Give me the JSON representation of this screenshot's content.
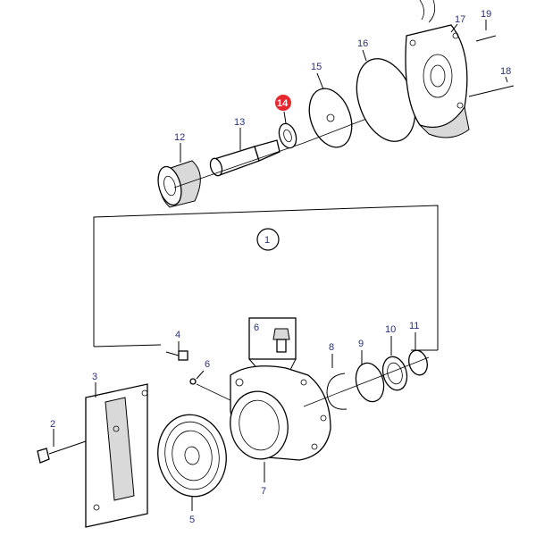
{
  "callouts": {
    "c1": "1",
    "c2": "2",
    "c3": "3",
    "c4": "4",
    "c5": "5",
    "c6a": "6",
    "c6b": "6",
    "c7": "7",
    "c8": "8",
    "c9": "9",
    "c10": "10",
    "c11": "11",
    "c12": "12",
    "c13": "13",
    "c14": "14",
    "c15": "15",
    "c16": "16",
    "c17": "17",
    "c18": "18",
    "c19": "19"
  },
  "colors": {
    "label": "#2a2f7a",
    "highlight": "#e8262d",
    "line": "#000000",
    "background": "#ffffff"
  }
}
